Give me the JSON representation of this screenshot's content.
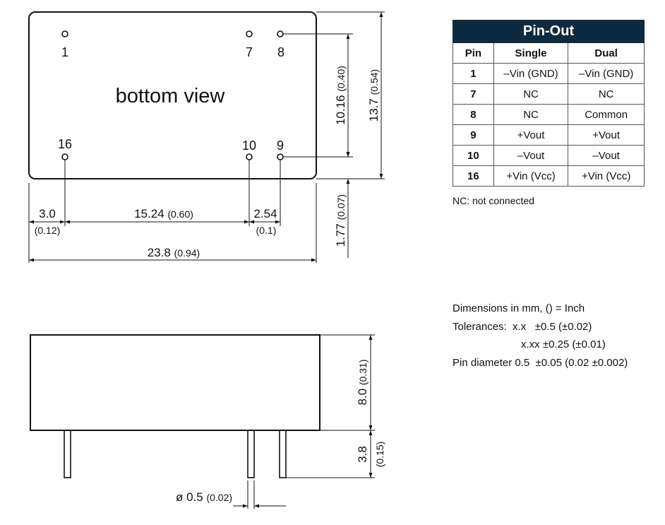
{
  "bottom_view": {
    "label": "bottom view",
    "pins": [
      "1",
      "7",
      "8",
      "16",
      "10",
      "9"
    ]
  },
  "dimensions": {
    "height_body": "10.16",
    "height_body_inch": "(0.40)",
    "height_total": "13.7",
    "height_total_inch": "(0.54)",
    "pin_offset": "1.77",
    "pin_offset_inch": "(0.07)",
    "left_margin": "3.0",
    "left_margin_inch": "(0.12)",
    "pin_span": "15.24",
    "pin_span_inch": "(0.60)",
    "pin_pitch": "2.54",
    "pin_pitch_inch": "(0.1)",
    "width": "23.8",
    "width_inch": "(0.94)",
    "body_height": "8.0",
    "body_height_inch": "(0.31)",
    "pin_length": "3.8",
    "pin_length_inch": "(0.15)",
    "pin_diameter_symbol": "ø",
    "pin_diameter": "0.5",
    "pin_diameter_inch": "(0.02)"
  },
  "pinout": {
    "title": "Pin-Out",
    "columns": [
      "Pin",
      "Single",
      "Dual"
    ],
    "rows": [
      [
        "1",
        "–Vin (GND)",
        "–Vin (GND)"
      ],
      [
        "7",
        "NC",
        "NC"
      ],
      [
        "8",
        "NC",
        "Common"
      ],
      [
        "9",
        "+Vout",
        "+Vout"
      ],
      [
        "10",
        "–Vout",
        "–Vout"
      ],
      [
        "16",
        "+Vin (Vcc)",
        "+Vin (Vcc)"
      ]
    ],
    "note": "NC: not connected"
  },
  "notes": {
    "units": "Dimensions in mm, () = Inch",
    "tolerance_1": "Tolerances:  x.x   ±0.5 (±0.02)",
    "tolerance_2": "x.xx ±0.25 (±0.01)",
    "pin_diameter": "Pin diameter 0.5  ±0.05 (0.02 ±0.002)"
  }
}
